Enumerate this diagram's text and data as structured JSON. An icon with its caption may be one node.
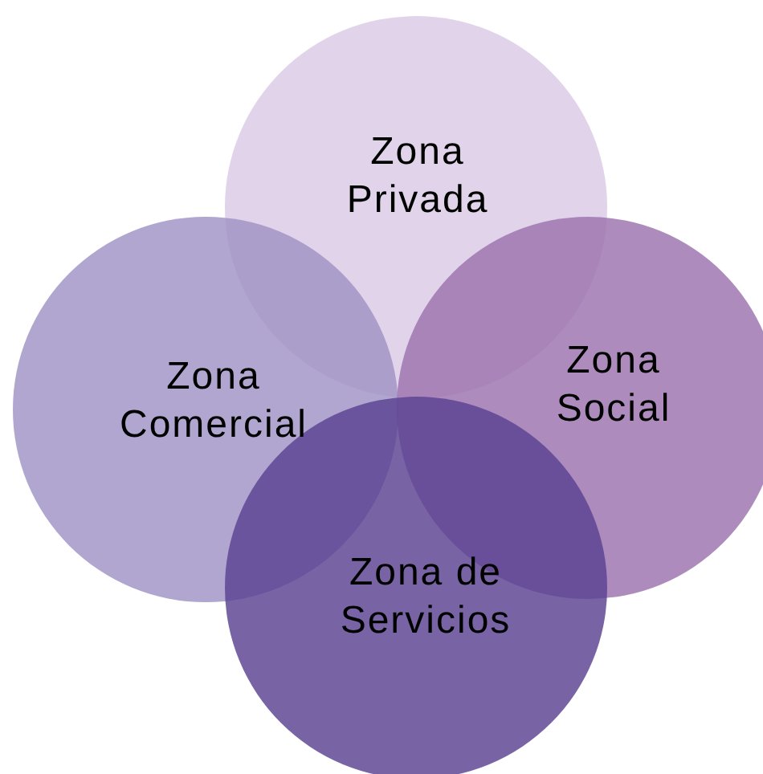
{
  "diagram": {
    "nodes": [
      {
        "text": [
          "Zona Privada"
        ]
      },
      {
        "text": [
          "Zona Comercial"
        ]
      },
      {
        "text": [
          "Zona Social"
        ]
      },
      {
        "text": [
          "Zona de Servicios"
        ]
      }
    ]
  }
}
